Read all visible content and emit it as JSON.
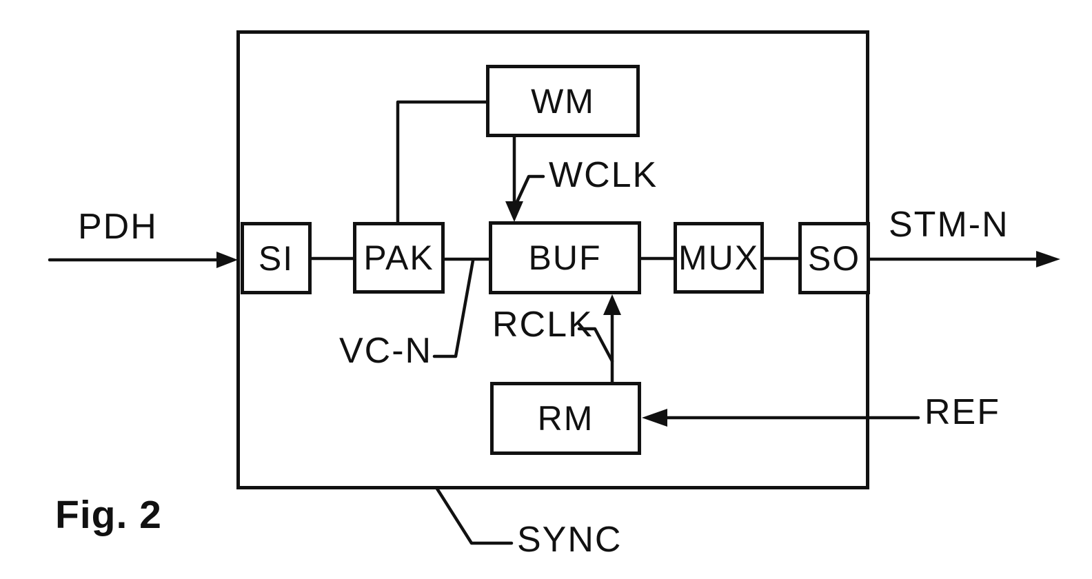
{
  "figure": {
    "caption": "Fig. 2",
    "ink_color": "#111111",
    "background_color": "#ffffff"
  },
  "outer_block": {
    "label": "SYNC"
  },
  "blocks": [
    {
      "id": "SI",
      "label": "SI"
    },
    {
      "id": "PAK",
      "label": "PAK"
    },
    {
      "id": "BUF",
      "label": "BUF"
    },
    {
      "id": "MUX",
      "label": "MUX"
    },
    {
      "id": "SO",
      "label": "SO"
    },
    {
      "id": "WM",
      "label": "WM"
    },
    {
      "id": "RM",
      "label": "RM"
    }
  ],
  "signals": {
    "input": "PDH",
    "output": "STM-N",
    "write_clock": "WCLK",
    "read_clock": "RCLK",
    "payload": "VC-N",
    "reference": "REF"
  }
}
